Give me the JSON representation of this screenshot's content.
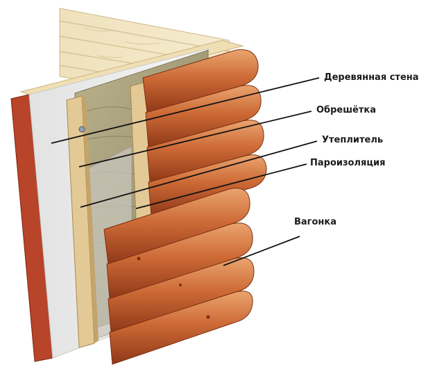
{
  "labels": {
    "wooden_wall": "Деревянная стена",
    "lathing": "Обрешётка",
    "insulation": "Утеплитель",
    "vapor_barrier": "Пароизоляция",
    "cladding": "Вагонка"
  },
  "colors": {
    "pine_light": "#f2e6c4",
    "pine_grain": "#d9c79a",
    "log_orange": "#c9602f",
    "log_light": "#e59a66",
    "log_dark": "#8f3818",
    "red_timber": "#b8442a",
    "membrane": "#ececec",
    "wool": "#a8a07a",
    "leader": "#111111"
  }
}
